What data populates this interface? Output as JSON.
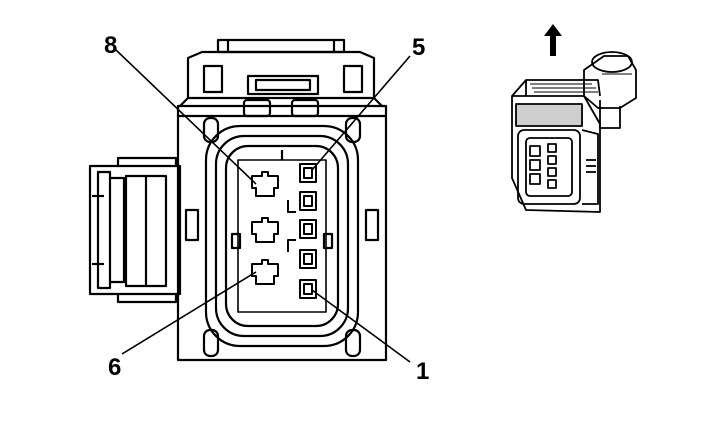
{
  "pin_labels": {
    "top_left": "8",
    "top_right": "5",
    "bottom_left": "6",
    "bottom_right": "1"
  },
  "orientation_icon": "arrow-up-icon",
  "colors": {
    "ink": "#000000",
    "paper": "#ffffff",
    "shade": "#cfcfcf"
  }
}
